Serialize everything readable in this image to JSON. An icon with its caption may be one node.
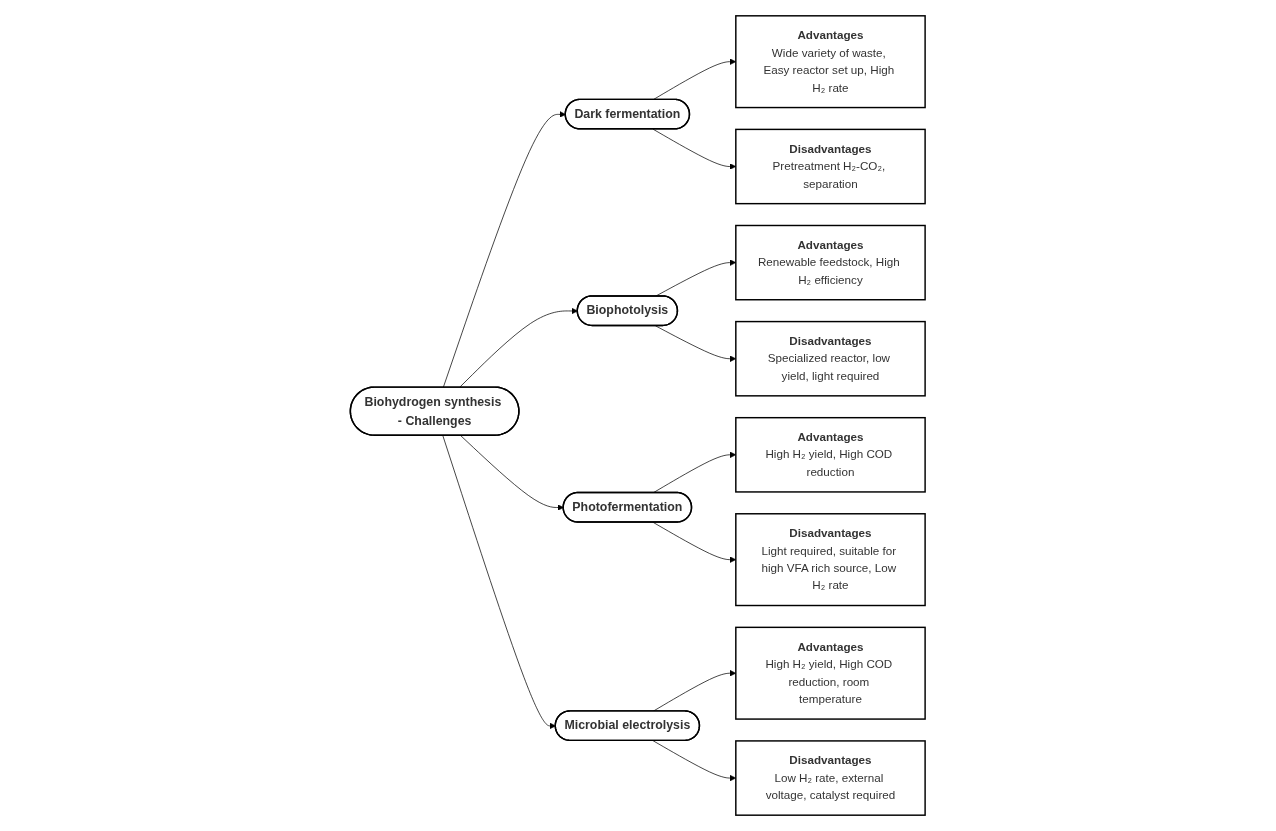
{
  "diagram": {
    "nodes": [
      {
        "text": [
          "Biohydrogen synthesis - Challenges"
        ]
      },
      {
        "text": [
          "Dark fermentation"
        ]
      },
      {
        "text": [
          "Advantages",
          "Wide variety of waste, Easy reactor set up, High H₂ rate"
        ]
      },
      {
        "text": [
          "Disadvantages",
          "Pretreatment H₂-CO₂, separation"
        ]
      },
      {
        "text": [
          "Biophotolysis"
        ]
      },
      {
        "text": [
          "Advantages",
          "Renewable feedstock, High H₂ efficiency"
        ]
      },
      {
        "text": [
          "Disadvantages",
          "Specialized reactor, low yield, light required"
        ]
      },
      {
        "text": [
          "Photofermentation"
        ]
      },
      {
        "text": [
          "Advantages",
          "High H₂ yield, High COD reduction"
        ]
      },
      {
        "text": [
          "Disadvantages",
          "Light required, suitable for high VFA rich source, Low H₂ rate"
        ]
      },
      {
        "text": [
          "Microbial electrolysis"
        ]
      },
      {
        "text": [
          "Advantages",
          "High H₂ yield, High COD reduction, room temperature"
        ]
      },
      {
        "text": [
          "Disadvantages",
          "Low H₂ rate, external voltage, catalyst required"
        ]
      }
    ],
    "edges": [
      {
        "from": 0,
        "to": 1,
        "arrow": "to"
      },
      {
        "from": 0,
        "to": 4,
        "arrow": "to"
      },
      {
        "from": 0,
        "to": 7,
        "arrow": "to"
      },
      {
        "from": 0,
        "to": 10,
        "arrow": "to"
      },
      {
        "from": 1,
        "to": 2,
        "arrow": "to"
      },
      {
        "from": 1,
        "to": 3,
        "arrow": "to"
      },
      {
        "from": 4,
        "to": 5,
        "arrow": "to"
      },
      {
        "from": 4,
        "to": 6,
        "arrow": "to"
      },
      {
        "from": 7,
        "to": 8,
        "arrow": "to"
      },
      {
        "from": 7,
        "to": 9,
        "arrow": "to"
      },
      {
        "from": 10,
        "to": 11,
        "arrow": "to"
      },
      {
        "from": 10,
        "to": 12,
        "arrow": "to"
      }
    ]
  }
}
